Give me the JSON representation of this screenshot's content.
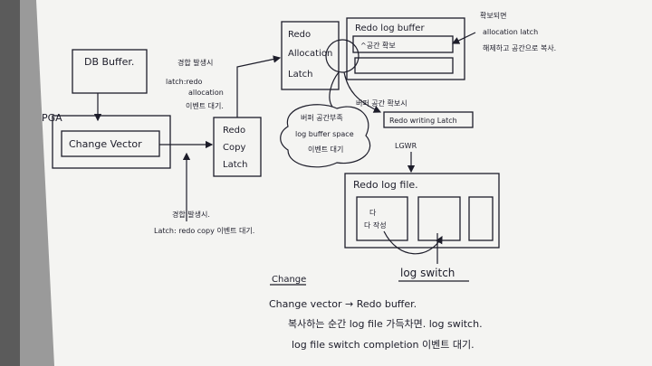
{
  "db_buffer": {
    "label": "DB Buffer."
  },
  "pga": {
    "label": "PGA"
  },
  "change_vector": {
    "label": "Change Vector"
  },
  "redo_copy_latch": {
    "lines": [
      "Redo",
      "Copy",
      "Latch"
    ]
  },
  "redo_allocation_latch": {
    "lines": [
      "Redo",
      "Allocation",
      "Latch"
    ]
  },
  "redo_log_buffer": {
    "label": "Redo log buffer",
    "slot_text": "^공간 확보"
  },
  "note_top_left": {
    "lines": [
      "경합 발생시",
      "latch:redo",
      "allocation",
      "이벤트 대기."
    ]
  },
  "note_top_right": {
    "lines": [
      "확보되면",
      "allocation latch",
      "해제하고 공간으로 복사."
    ]
  },
  "note_bottom_left": {
    "lines": [
      "경합 발생시.",
      "Latch: redo copy 이벤트 대기."
    ]
  },
  "note_space": {
    "lines": [
      "버퍼 공간부족",
      "log buffer space",
      "이벤트 대기"
    ]
  },
  "note_lgwr": {
    "text": "버퍼 공간 확보시"
  },
  "redo_writing_latch": {
    "label": "Redo writing Latch"
  },
  "lgwr": {
    "label": "LGWR"
  },
  "redo_log_file": {
    "label": "Redo log file.",
    "segment_text": "다 작성"
  },
  "log_switch": {
    "label": "log switch"
  },
  "summary": {
    "heading": "Change",
    "lines": [
      "Change vector → Redo buffer.",
      "복사하는 순간 log file 가득차면. log switch.",
      "log file switch completion 이벤트 대기."
    ]
  }
}
